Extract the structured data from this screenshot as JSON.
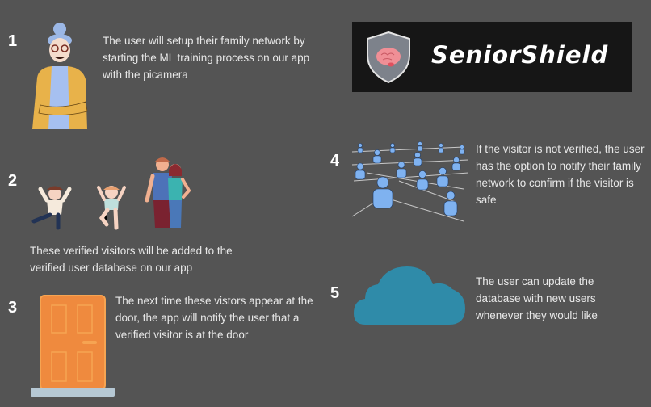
{
  "logo": {
    "brand_name": "SeniorShield",
    "icon": "shield-brain-icon"
  },
  "steps": [
    {
      "number": "1",
      "text": "The user will setup their family network by starting the ML training process on our app with the picamera",
      "illustration": "grandmother-icon"
    },
    {
      "number": "2",
      "text": "These verified visitors will be added to the verified user database on our app",
      "illustration": "family-members-icon"
    },
    {
      "number": "3",
      "text": "The next time these vistors appear at the door, the app will notify the user that a verified visitor is at the door",
      "illustration": "door-icon"
    },
    {
      "number": "4",
      "text": "If the visitor is not verified, the user has the option to notify their family network to confirm if the visitor is safe",
      "illustration": "people-network-icon"
    },
    {
      "number": "5",
      "text": "The user can update the database with new users whenever they would like",
      "illustration": "cloud-icon"
    }
  ],
  "colors": {
    "background": "#545454",
    "logo_bg": "#161616",
    "door": "#ef8a3e",
    "cloud": "#2f8ba9",
    "network_people": "#7fb2f0"
  }
}
